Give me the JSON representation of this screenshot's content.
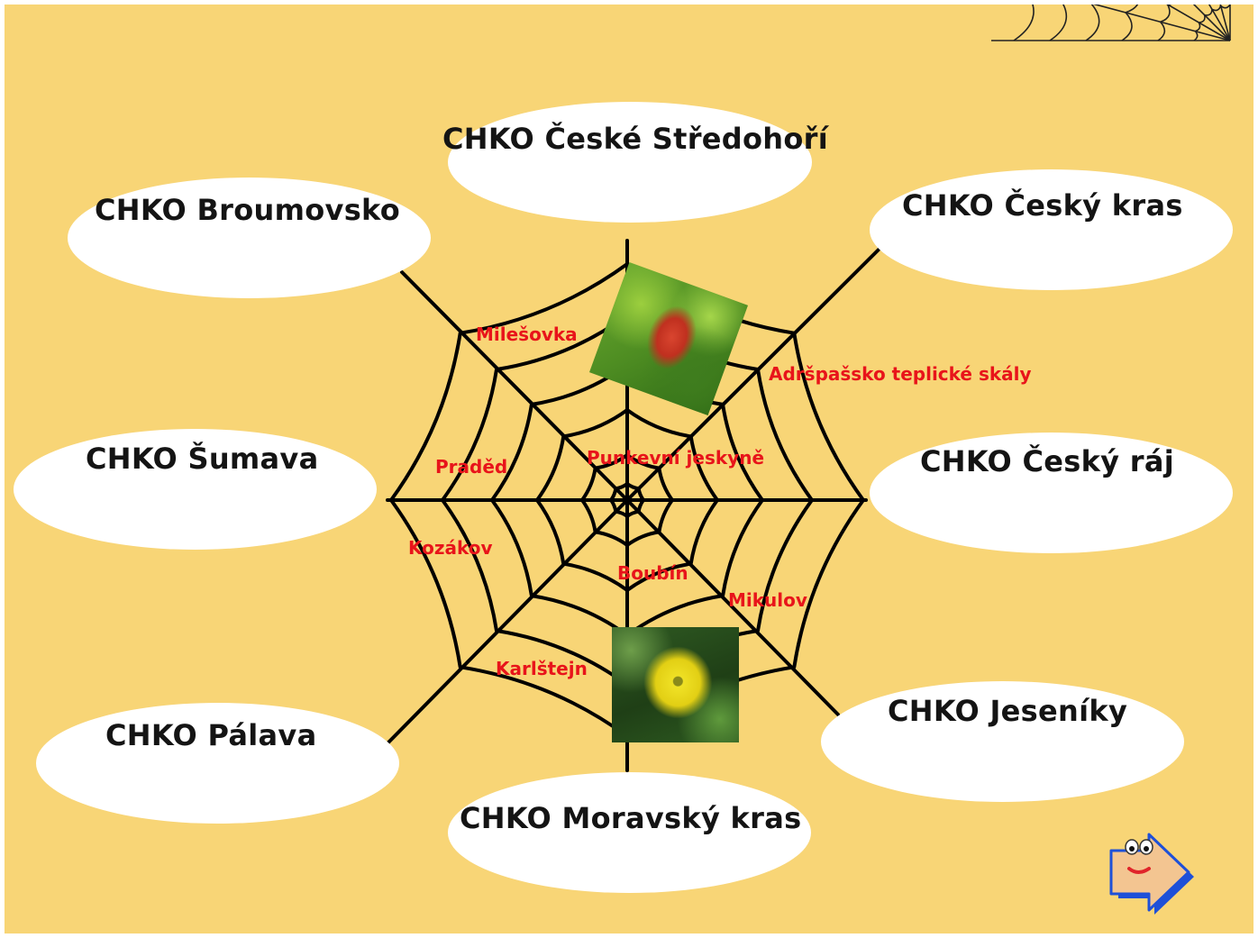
{
  "areas": [
    {
      "id": "ceske-stredohori",
      "label": "CHKO České  Středohoří"
    },
    {
      "id": "broumovsko",
      "label": "CHKO Broumovsko"
    },
    {
      "id": "cesky-kras",
      "label": "CHKO Český kras"
    },
    {
      "id": "sumava",
      "label": "CHKO Šumava"
    },
    {
      "id": "cesky-raj",
      "label": "CHKO Český ráj"
    },
    {
      "id": "palava",
      "label": "CHKO Pálava"
    },
    {
      "id": "jeseniky",
      "label": "CHKO Jeseníky"
    },
    {
      "id": "moravsky-kras",
      "label": "CHKO Moravský kras"
    }
  ],
  "places": [
    {
      "id": "milesovka",
      "label": "Milešovka"
    },
    {
      "id": "adrspassko",
      "label": "Adršpašsko teplické skály"
    },
    {
      "id": "praded",
      "label": "Praděd"
    },
    {
      "id": "punkevni",
      "label": "Punkevní jeskyně"
    },
    {
      "id": "kozakov",
      "label": "Kozákov"
    },
    {
      "id": "boubin",
      "label": "Boubín"
    },
    {
      "id": "mikulov",
      "label": "Mikulov"
    },
    {
      "id": "karlstejn",
      "label": "Karlštejn"
    }
  ],
  "colors": {
    "background": "#f8d576",
    "ellipse": "#ffffff",
    "place_text": "#e8141a",
    "web": "#000000"
  },
  "icons": {
    "corner": "cobweb-icon",
    "next": "smiling-arrow-next-icon",
    "photo_top": "red-tulip-photo",
    "photo_bottom": "yellow-poppy-photo"
  }
}
